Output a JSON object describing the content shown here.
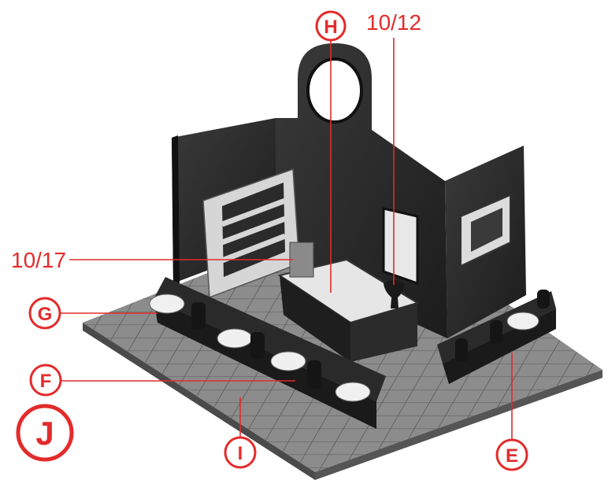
{
  "labels": {
    "H": "H",
    "G": "G",
    "F": "F",
    "I": "I",
    "E": "E",
    "J": "J",
    "ref_top": "10/12",
    "ref_left": "10/17"
  },
  "colors": {
    "annotation": "#e32b2b",
    "floor": "#8a8a8a",
    "floor_edge": "#4a4a4a",
    "walls": "#2a2a2a",
    "shelf": "#d8d8d8",
    "bowl": "#f2f2f2",
    "pot": "#1a1a1a"
  }
}
